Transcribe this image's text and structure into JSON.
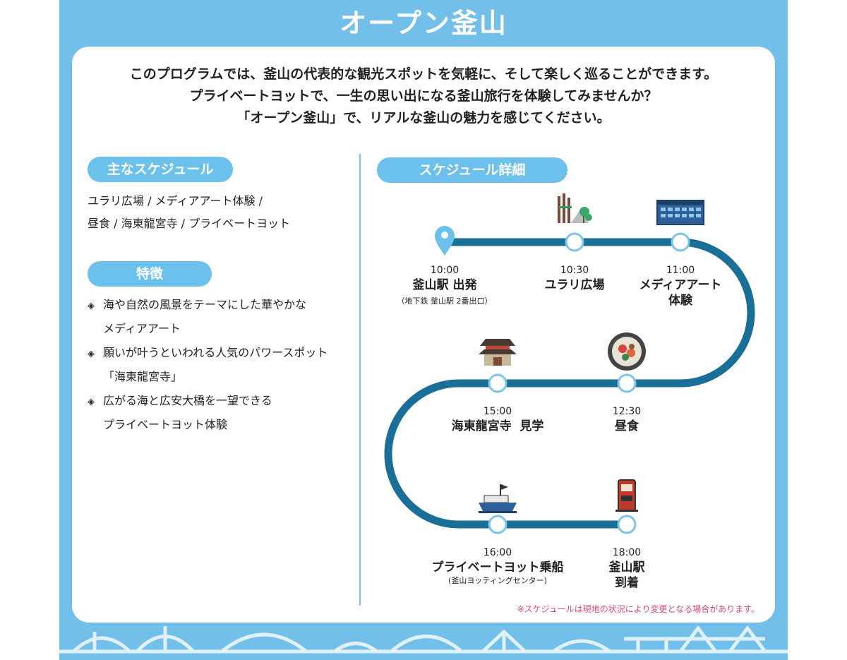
{
  "title": "オープン釜山",
  "intro": [
    "このプログラムでは、釜山の代表的な観光スポットを気軽に、そして楽しく巡ることができます。",
    "プライベートヨットで、一生の思い出になる釜山旅行を体験してみませんか？",
    "「オープン釜山」で、リアルな釜山の魅力を感じてください。"
  ],
  "main_schedule": {
    "heading": "主なスケジュール",
    "lines": [
      "ユラリ広場 / メディアアート体験 /",
      "昼食 / 海東龍宮寺 / プライベートヨット"
    ]
  },
  "features": {
    "heading": "特徴",
    "items": [
      {
        "line1": "海や自然の風景をテーマにした華やかな",
        "line2": "メディアアート"
      },
      {
        "line1": "願いが叶うといわれる人気のパワースポット",
        "line2": "「海東龍宮寺」"
      },
      {
        "line1": "広がる海と広安大橋を一望できる",
        "line2": "プライベートヨット体験"
      }
    ]
  },
  "schedule_detail": {
    "heading": "スケジュール詳細",
    "stops": [
      {
        "time": "10:00",
        "name": "釜山駅 出発",
        "sub": "（地下鉄 釜山駅 2番出口）",
        "icon": "map-pin-icon"
      },
      {
        "time": "10:30",
        "name": "ユラリ広場",
        "icon": "park-icon"
      },
      {
        "time": "11:00",
        "name": "メディアアート",
        "name2": "体験",
        "icon": "building-icon"
      },
      {
        "time": "12:30",
        "name": "昼食",
        "icon": "food-bowl-icon"
      },
      {
        "time": "15:00",
        "name": "海東龍宮寺  見学",
        "icon": "temple-icon"
      },
      {
        "time": "16:00",
        "name": "プライベートヨット乗船",
        "sub": "(釜山ヨッティングセンター)",
        "icon": "yacht-icon"
      },
      {
        "time": "18:00",
        "name": "釜山駅",
        "name2": "到着",
        "icon": "train-icon"
      }
    ]
  },
  "note": "※スケジュールは現地の状況により変更となる場合があります。",
  "colors": {
    "frame": "#72bfe9",
    "pill": "#6cc0ec",
    "route": "#1a6f99",
    "note": "#d94a6b"
  }
}
